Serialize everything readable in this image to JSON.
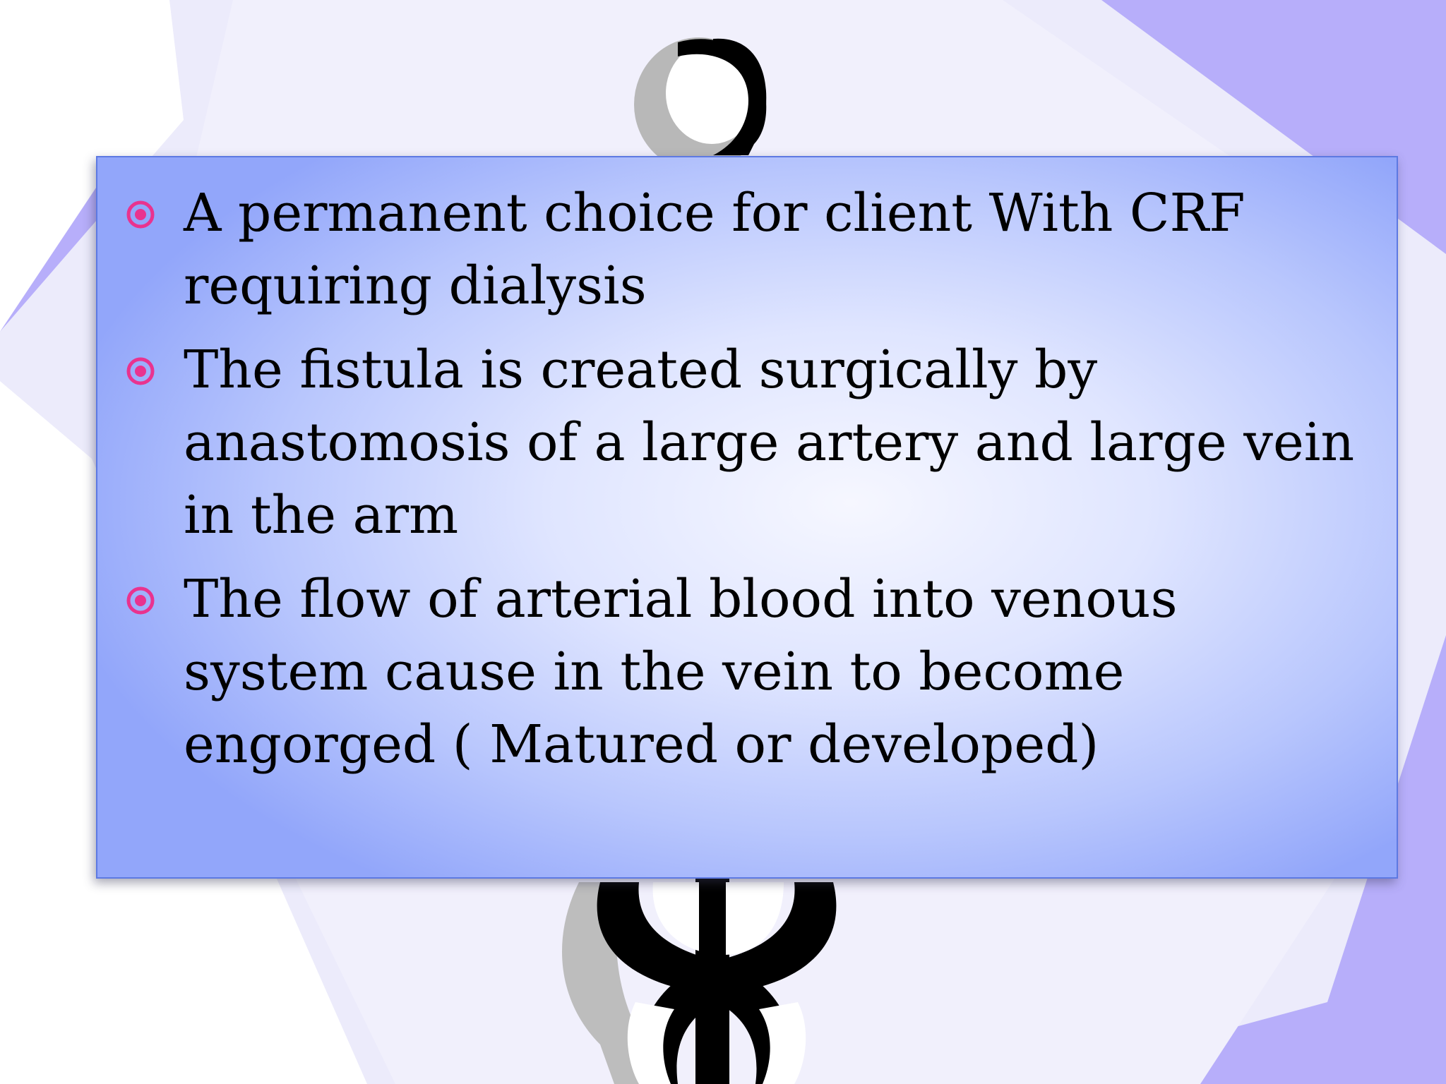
{
  "slide": {
    "bullets": [
      {
        "text": "A permanent choice  for client With CRF requiring dialysis"
      },
      {
        "text": "The fistula is created surgically by anastomosis of a large artery and large vein in the arm"
      },
      {
        "text": "The flow of arterial blood into venous system cause in the vein to become engorged ( Matured or developed)"
      }
    ]
  },
  "colors": {
    "bullet_marker": "#e9338f",
    "box_border": "#5d79e2",
    "background_purple": "#b7aefa",
    "background_lavender": "#ecebfb"
  },
  "icons": {
    "background": "caduceus-icon",
    "bullet": "bullet-circle-icon"
  }
}
